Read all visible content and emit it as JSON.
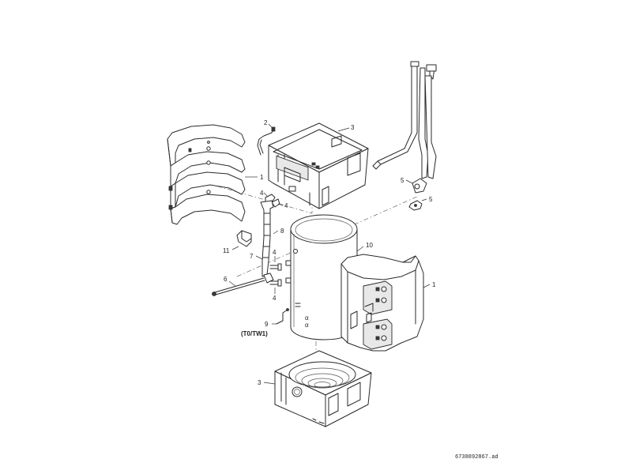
{
  "labels": {
    "l1a": "1",
    "l1b": "1",
    "l2": "2",
    "l3a": "3",
    "l3b": "3",
    "l4a": "4",
    "l4b": "4",
    "l4c": "4",
    "l4d": "4",
    "l5a": "5",
    "l5b": "5",
    "l6": "6",
    "l7": "7",
    "l8": "8",
    "l9": "9",
    "l10": "10",
    "l11": "11",
    "sensor": "(T0/TW1)"
  },
  "reference_code": "6738892867.ad",
  "colors": {
    "line": "#2a2a2a",
    "background": "#ffffff"
  }
}
